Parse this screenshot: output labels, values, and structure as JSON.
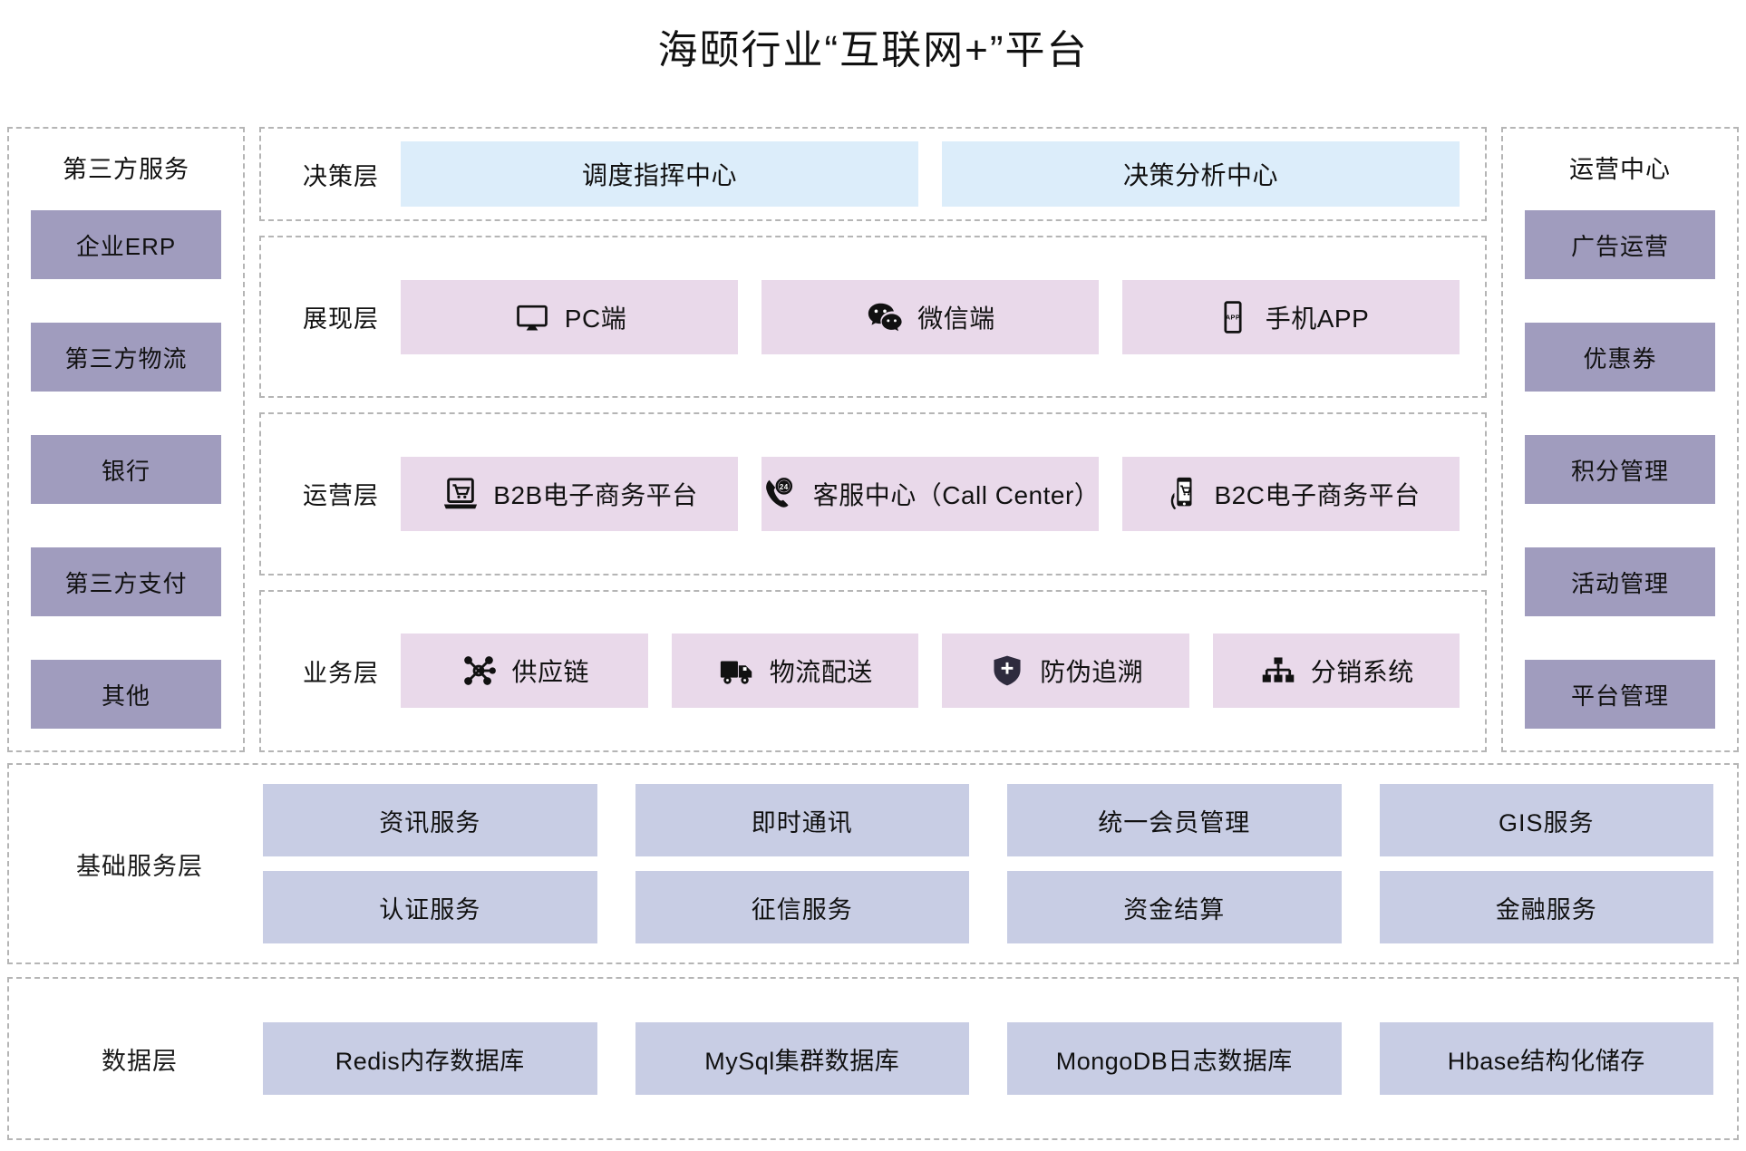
{
  "title": "海颐行业“互联网+”平台",
  "colors": {
    "decision_card": "#dcedfa",
    "layer_card": "#e9d9ea",
    "rail_chip": "#a09cbe",
    "service_chip": "#c8cde4",
    "dashed_border": "#b5b5b5",
    "text": "#111111"
  },
  "left_rail": {
    "title": "第三方服务",
    "items": [
      {
        "label": "企业ERP"
      },
      {
        "label": "第三方物流"
      },
      {
        "label": "银行"
      },
      {
        "label": "第三方支付"
      },
      {
        "label": "其他"
      }
    ]
  },
  "right_rail": {
    "title": "运营中心",
    "items": [
      {
        "label": "广告运营"
      },
      {
        "label": "优惠券"
      },
      {
        "label": "积分管理"
      },
      {
        "label": "活动管理"
      },
      {
        "label": "平台管理"
      }
    ]
  },
  "layers": [
    {
      "label": "决策层",
      "style": "blue",
      "cards": [
        {
          "label": "调度指挥中心",
          "icon": "none"
        },
        {
          "label": "决策分析中心",
          "icon": "none"
        }
      ]
    },
    {
      "label": "展现层",
      "style": "pink",
      "cards": [
        {
          "label": "PC端",
          "icon": "monitor-icon"
        },
        {
          "label": "微信端",
          "icon": "wechat-icon"
        },
        {
          "label": "手机APP",
          "icon": "mobile-app-icon"
        }
      ]
    },
    {
      "label": "运营层",
      "style": "pink",
      "cards": [
        {
          "label": "B2B电子商务平台",
          "icon": "laptop-cart-icon"
        },
        {
          "label": "客服中心（Call Center）",
          "icon": "phone-24-icon"
        },
        {
          "label": "B2C电子商务平台",
          "icon": "hand-phone-cart-icon"
        }
      ]
    },
    {
      "label": "业务层",
      "style": "pink",
      "cards": [
        {
          "label": "供应链",
          "icon": "network-nodes-icon"
        },
        {
          "label": "物流配送",
          "icon": "truck-icon"
        },
        {
          "label": "防伪追溯",
          "icon": "shield-plus-icon"
        },
        {
          "label": "分销系统",
          "icon": "org-tree-icon"
        }
      ]
    }
  ],
  "base_service_layer": {
    "label": "基础服务层",
    "items": [
      {
        "label": "资讯服务"
      },
      {
        "label": "即时通讯"
      },
      {
        "label": "统一会员管理"
      },
      {
        "label": "GIS服务"
      },
      {
        "label": "认证服务"
      },
      {
        "label": "征信服务"
      },
      {
        "label": "资金结算"
      },
      {
        "label": "金融服务"
      }
    ]
  },
  "data_layer": {
    "label": "数据层",
    "items": [
      {
        "label": "Redis内存数据库"
      },
      {
        "label": "MySql集群数据库"
      },
      {
        "label": "MongoDB日志数据库"
      },
      {
        "label": "Hbase结构化储存"
      }
    ]
  }
}
